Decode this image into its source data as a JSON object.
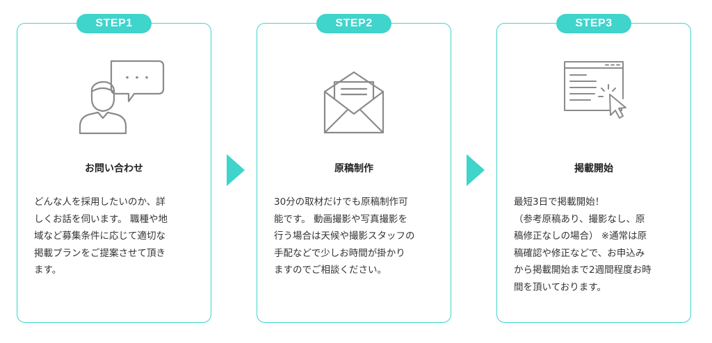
{
  "colors": {
    "accent": "#3fd4cc",
    "icon_stroke": "#8a8a8a",
    "text": "#333333"
  },
  "steps": [
    {
      "badge": "STEP1",
      "icon": "chat-person-icon",
      "title": "お問い合わせ",
      "description": "どんな人を採用したいのか、詳\nしくお話を伺います。 職種や地\n域など募集条件に応じて適切な\n掲載プランをご提案させて頂き\nます。"
    },
    {
      "badge": "STEP2",
      "icon": "envelope-letter-icon",
      "title": "原稿制作",
      "description": "30分の取材だけでも原稿制作可\n能です。 動画撮影や写真撮影を\n行う場合は天候や撮影スタッフの\n手配などで少しお時間が掛かり\nますのでご相談ください。"
    },
    {
      "badge": "STEP3",
      "icon": "browser-click-icon",
      "title": "掲載開始",
      "description": "最短3日で掲載開始！\n（参考原稿あり、撮影なし、原\n稿修正なしの場合） ※通常は原\n稿確認や修正などで、お申込み\nから掲載開始まで2週間程度お時\n間を頂いております。"
    }
  ],
  "arrows": [
    "chevron-right-icon",
    "chevron-right-icon"
  ]
}
